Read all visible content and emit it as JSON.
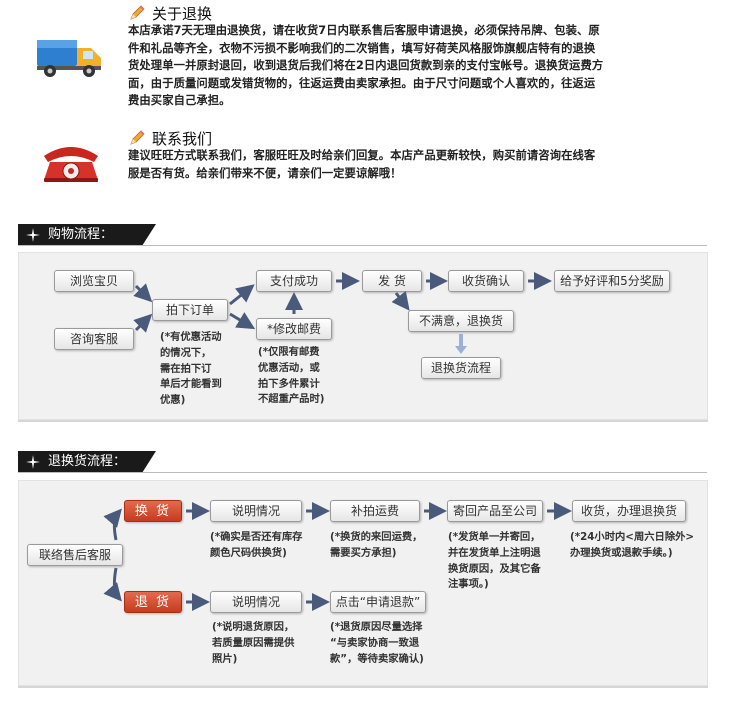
{
  "about": {
    "title": "关于退换",
    "lines": [
      "本店承诺7天无理由退换货，请在收货7日内联系售后客服申请退换，必须保持吊牌、包装、原",
      "件和礼品等齐全，衣物不污损不影响我们的二次销售，填写好荷芙风格服饰旗舰店特有的退换",
      "货处理单一并原封退回，收到退货后我们将在2日内退回货款到亲的支付宝帐号。退换货运费方",
      "面，由于质量问题或发错货物的，往返运费由卖家承担。由于尺寸问题或个人喜欢的，往返运",
      "费由买家自己承担。"
    ]
  },
  "contact": {
    "title": "联系我们",
    "lines": [
      "建议旺旺方式联系我们，客服旺旺及时给亲们回复。本店产品更新较快，购买前请咨询在线客",
      "服是否有货。给亲们带来不便，请亲们一定要谅解哦！"
    ]
  },
  "shopping_flow": {
    "heading": "购物流程：",
    "boxes": {
      "browse": "浏览宝贝",
      "consult": "咨询客服",
      "order": "拍下订单",
      "pay": "支付成功",
      "modify": "*修改邮费",
      "ship": "发 货",
      "confirm": "收货确认",
      "rate": "给予好评和5分奖励",
      "unhappy": "不满意，退换货",
      "return_flow": "退换货流程"
    },
    "notes": {
      "order_note": "(*有优惠活动\n的情况下，\n需在拍下订\n单后才能看到\n优惠)",
      "modify_note": "(*仅限有邮费\n优惠活动，或\n拍下多件累计\n不超重产品时)"
    }
  },
  "return_flow": {
    "heading": "退换货流程：",
    "boxes": {
      "contact": "联络售后客服",
      "exchange": "换 货",
      "refund": "退 货",
      "explain1": "说明情况",
      "postage": "补拍运费",
      "send_back": "寄回产品至公司",
      "receive": "收货，办理退换货",
      "explain2": "说明情况",
      "apply": "点击“申请退款”"
    },
    "notes": {
      "explain1_note": "(*确实是否还有库存\n颜色尺码供换货)",
      "postage_note": "(*换货的来回运费，\n需要买方承担)",
      "send_note": "(*发货单一并寄回，\n并在发货单上注明退\n换货原因，及其它备\n注事项。)",
      "receive_note": "(*24小时内<周六日除外>\n办理换货或退款手续。)",
      "explain2_note": "(*说明退货原因，\n若质量原因需提供\n照片)",
      "apply_note": "(*退货原因尽量选择\n“与卖家协商一致退\n款”，等待卖家确认)"
    }
  },
  "colors": {
    "band": "#1a1a1a",
    "red_box": "#d2492c",
    "arrow": "#4a5a7a",
    "panel": "#f1f1f1"
  }
}
